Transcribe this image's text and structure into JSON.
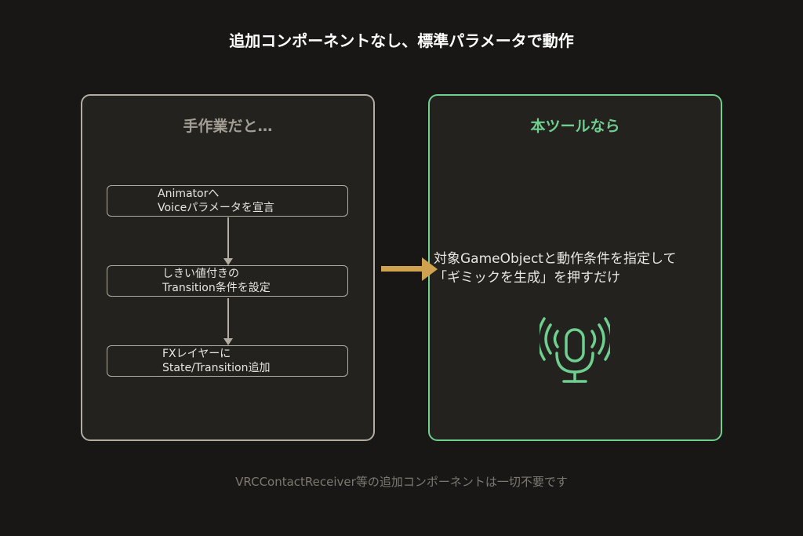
{
  "title": "追加コンポーネントなし、標準パラメータで動作",
  "left_panel": {
    "heading": "手作業だと…",
    "steps": [
      {
        "line1": "Animatorへ",
        "line2": "Voiceパラメータを宣言"
      },
      {
        "line1": "しきい値付きの",
        "line2": "Transition条件を設定"
      },
      {
        "line1": "FXレイヤーに",
        "line2": "State/Transition追加"
      }
    ]
  },
  "right_panel": {
    "heading": "本ツールなら",
    "description_line1": "対象GameObjectと動作条件を指定して",
    "description_line2": "「ギミックを生成」を押すだけ",
    "icon": "microphone-signal-icon"
  },
  "footer": "VRCContactReceiver等の追加コンポーネントは一切不要です",
  "colors": {
    "background": "#181716",
    "left_border": "#b3aca1",
    "right_accent": "#6fcf8f",
    "arrow": "#cfa24f"
  }
}
